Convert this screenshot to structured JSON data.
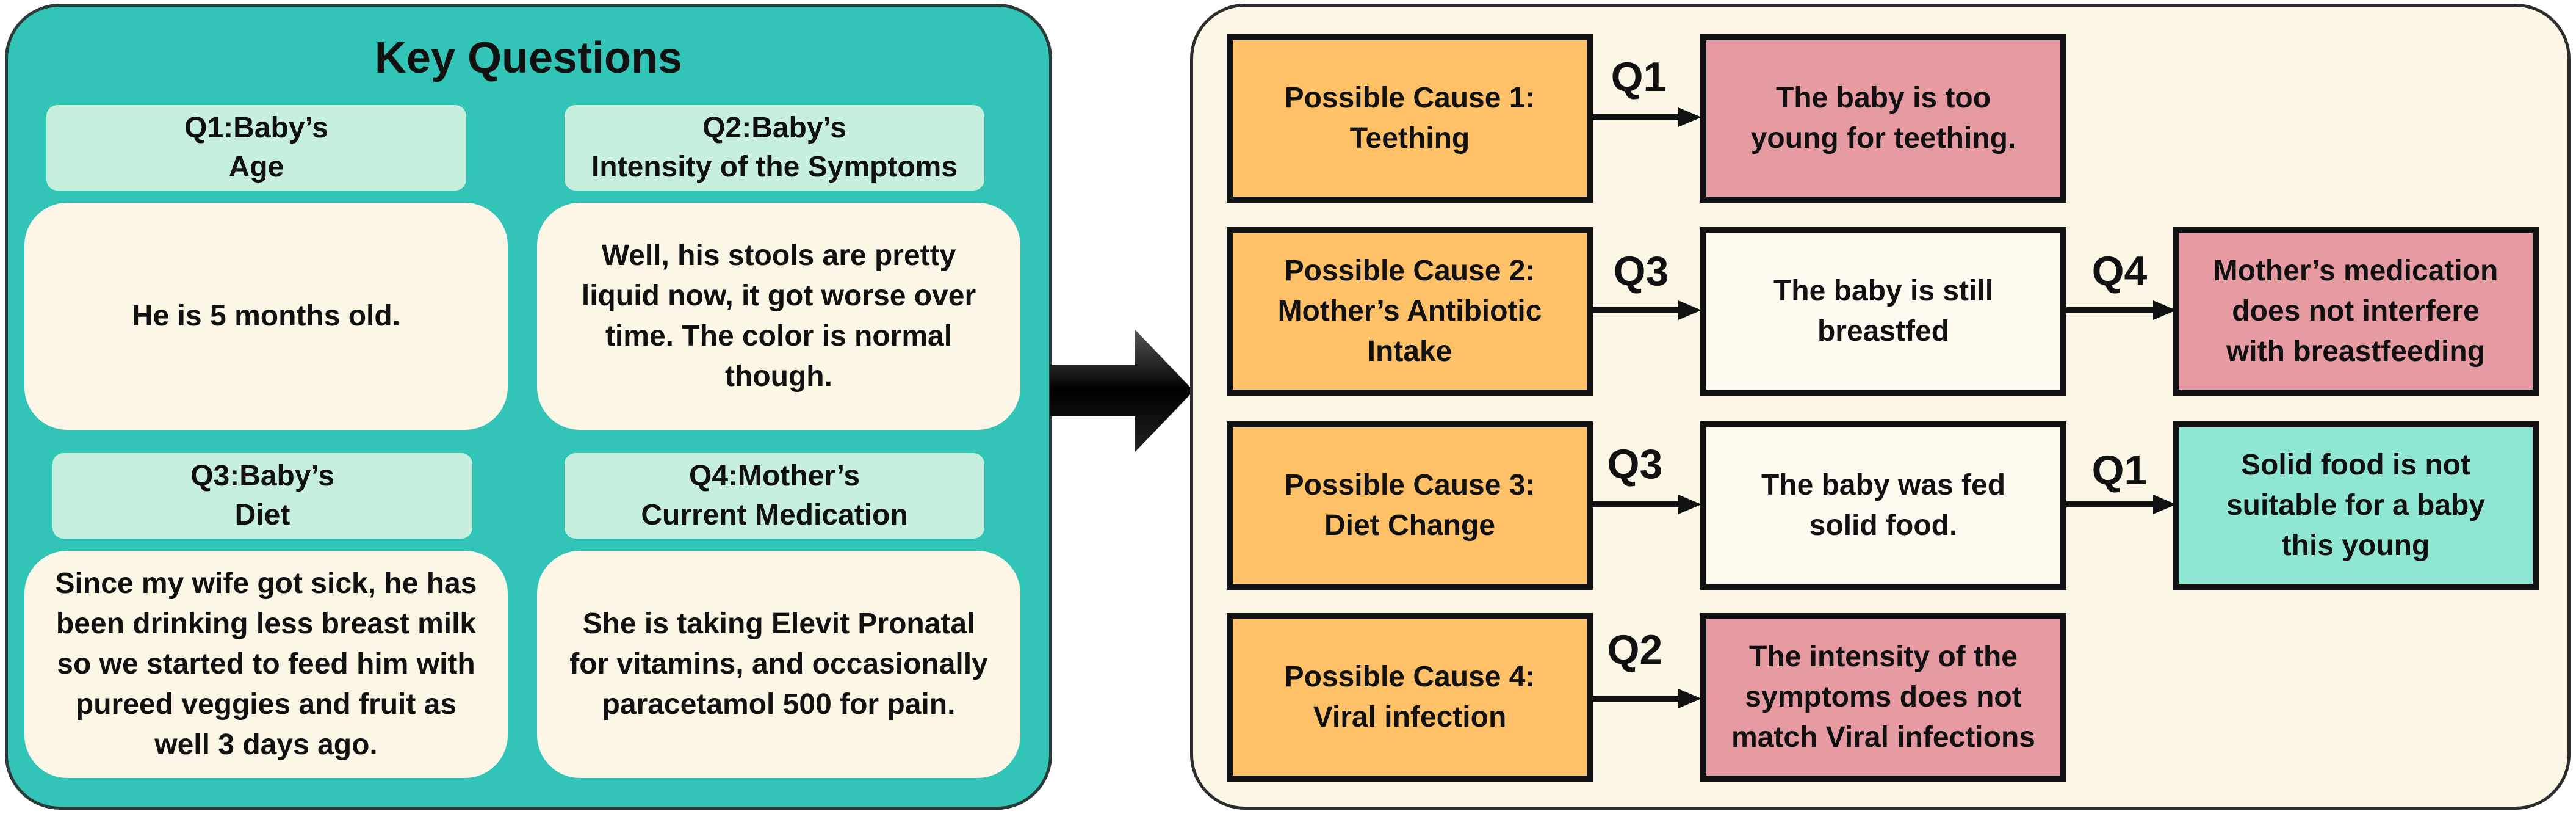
{
  "left": {
    "title": "Key Questions",
    "questions": [
      {
        "label_line1": "Q1:Baby’s",
        "label_line2": "Age",
        "answer": "He is 5 months old."
      },
      {
        "label_line1": "Q2:Baby’s",
        "label_line2": "Intensity of the Symptoms",
        "answer": "Well, his stools are pretty liquid now, it got worse over time. The color is normal though."
      },
      {
        "label_line1": "Q3:Baby’s",
        "label_line2": "Diet",
        "answer": "Since my wife got sick, he has been drinking less breast milk so we started to feed him with pureed veggies and fruit as well 3 days ago."
      },
      {
        "label_line1": "Q4:Mother’s",
        "label_line2": "Current Medication",
        "answer": "She is taking Elevit Pronatal for vitamins, and occasionally paracetamol 500 for pain."
      }
    ]
  },
  "right": {
    "rows": [
      {
        "cause": "Possible Cause 1: Teething",
        "q_a": "Q1",
        "step1": "The baby is too young for teething."
      },
      {
        "cause": "Possible Cause 2: Mother’s Antibiotic Intake",
        "q_a": "Q3",
        "step1": "The baby is still breastfed",
        "q_b": "Q4",
        "step2": "Mother’s medication does not interfere with breastfeeding"
      },
      {
        "cause": "Possible Cause 3: Diet Change",
        "q_a": "Q3",
        "step1": "The baby was fed solid food.",
        "q_b": "Q1",
        "step2": "Solid food is not suitable for a baby this young"
      },
      {
        "cause": "Possible Cause 4: Viral infection",
        "q_a": "Q2",
        "step1": "The intensity of the symptoms does not match Viral infections"
      }
    ]
  },
  "colors": {
    "panel_teal": "#32c4b6",
    "label_mint": "#c6f0dd",
    "cream": "#fcf6e6",
    "cause_orange": "#fec168",
    "rejected_pink": "#e69aa2",
    "confirmed_teal": "#8fe6d3"
  }
}
